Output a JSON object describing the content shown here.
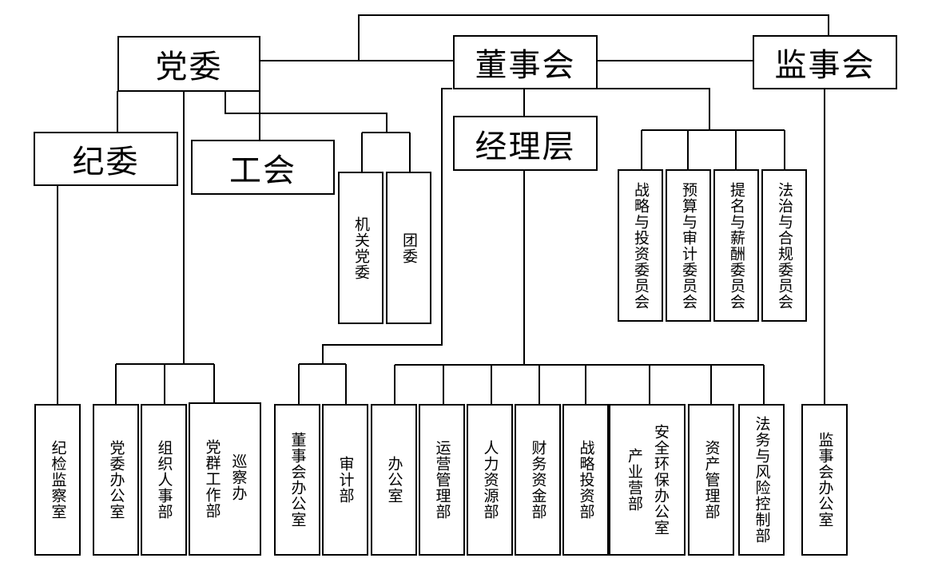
{
  "top": {
    "party_committee": "党委",
    "board": "董事会",
    "supervisors": "监事会"
  },
  "second": {
    "discipline_committee": "纪委",
    "union": "工会",
    "management": "经理层",
    "organ_party": "机关党委",
    "youth_league": "团委"
  },
  "board_committees": [
    "战略与投资委员会",
    "预算与审计委员会",
    "提名与薪酬委员会",
    "法治与合规委员会"
  ],
  "departments": {
    "discipline_office": "纪检监察室",
    "party_office": "党委办公室",
    "org_hr": "组织人事部",
    "party_work": "党群工作部",
    "inspection": "巡察办",
    "board_office": "董事会办公室",
    "audit": "审计部",
    "general_office": "办公室",
    "operations": "运营管理部",
    "human_resources": "人力资源部",
    "finance": "财务资金部",
    "strategy_investment": "战略投资部",
    "industry": "产业营部",
    "safety_env": "安全环保办公室",
    "asset_mgmt": "资产管理部",
    "legal_risk": "法务与风险控制部",
    "supervisors_office": "监事会办公室"
  }
}
